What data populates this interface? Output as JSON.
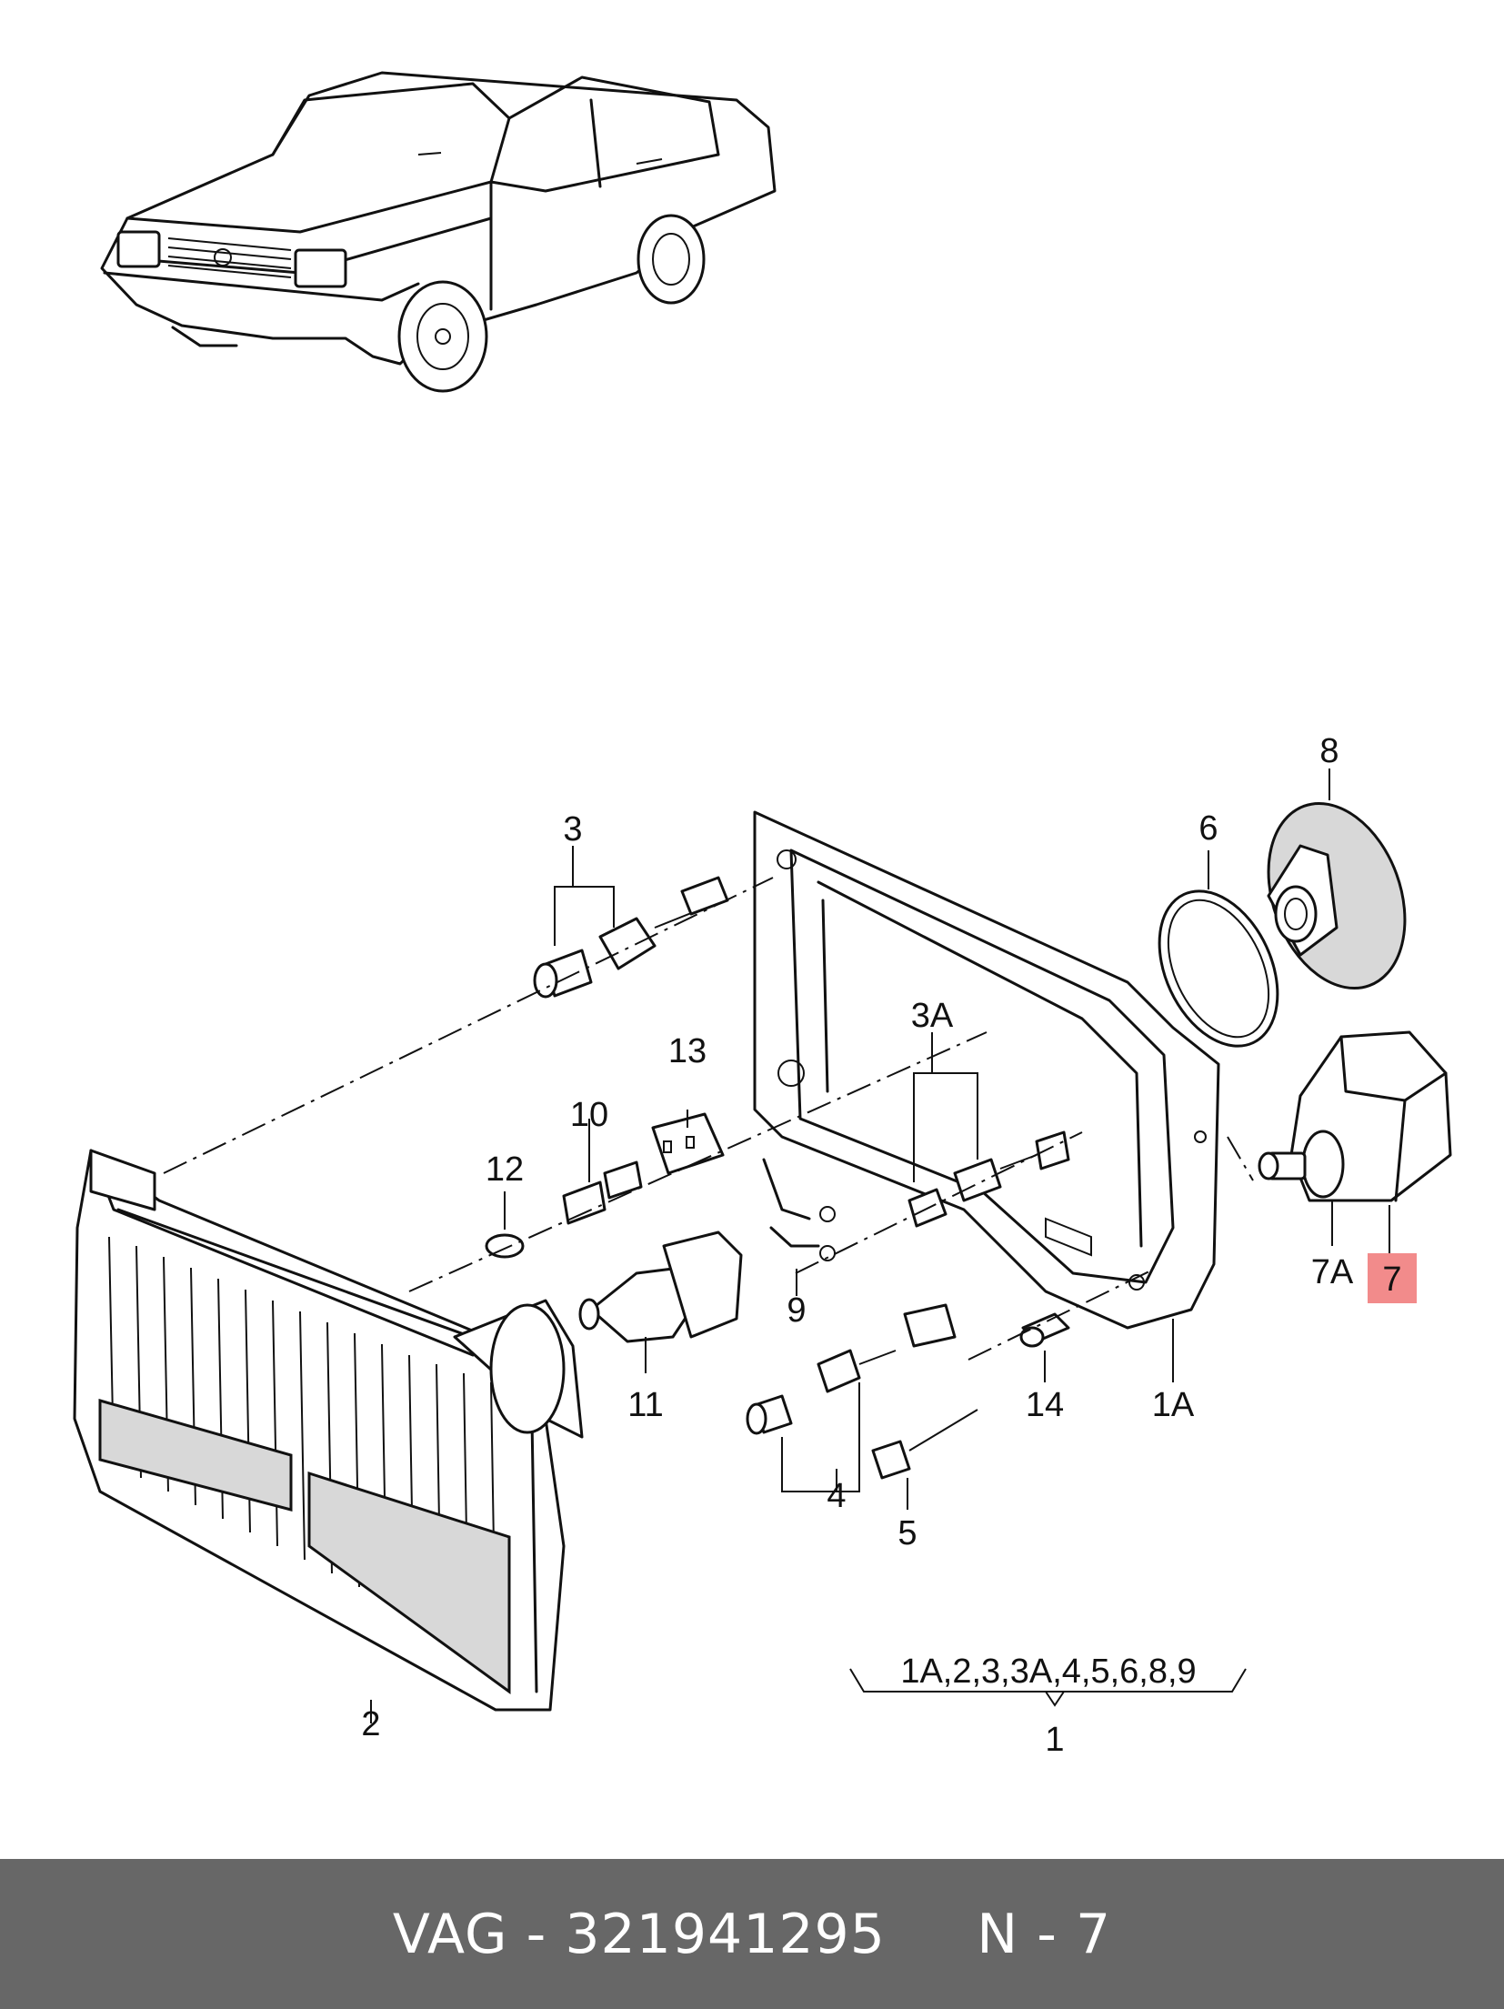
{
  "footer": {
    "brand": "VAG",
    "separator": " - ",
    "part_number": "321941295",
    "ref_prefix": "N - ",
    "ref_number": "7"
  },
  "highlight_color": "#f28b8b",
  "callouts": {
    "c1": "1",
    "c1A": "1A",
    "c2": "2",
    "c3": "3",
    "c3A": "3A",
    "c4": "4",
    "c5": "5",
    "c6": "6",
    "c7": "7",
    "c7A": "7A",
    "c8": "8",
    "c9": "9",
    "c10": "10",
    "c11": "11",
    "c12": "12",
    "c13": "13",
    "c14": "14",
    "kit": "1A,2,3,3A,4,5,6,8,9"
  }
}
